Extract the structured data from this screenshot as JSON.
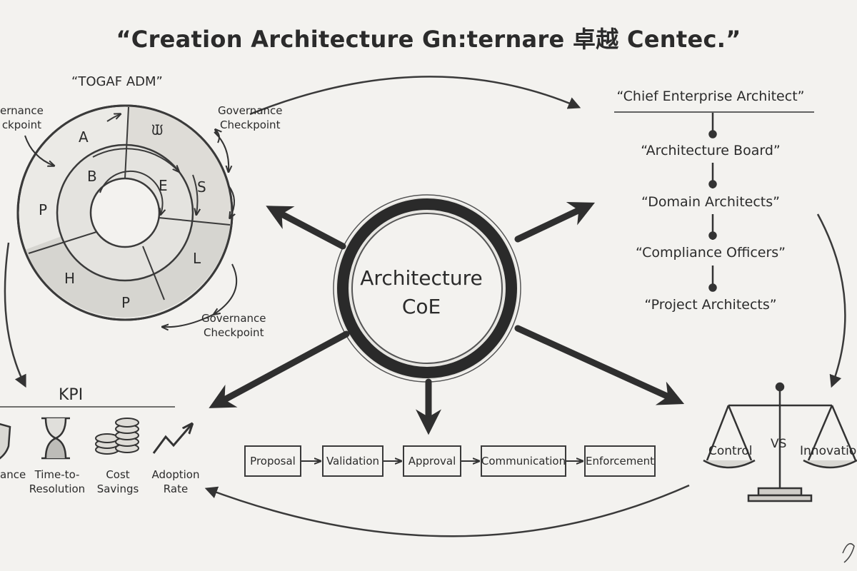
{
  "title": "“Creation Architecture Gn:ternare 卓越 Centec.”",
  "togaf": {
    "title": "“TOGAF ADM”",
    "phases": [
      "A",
      "ᙡ",
      "B",
      "E",
      "S",
      "P",
      "L",
      "H",
      "P"
    ],
    "checkpoints": [
      {
        "line1": "ernance",
        "line2": "ckpoint"
      },
      {
        "line1": "Governance",
        "line2": "Checkpoint"
      },
      {
        "line1": "Governance",
        "line2": "Checkpoint"
      }
    ]
  },
  "center": {
    "line1": "Architecture",
    "line2": "CoE"
  },
  "hierarchy": [
    "“Chief Enterprise Architect”",
    "“Architecture Board”",
    "“Domain Architects”",
    "“Compliance Officers”",
    "“Project Architects”"
  ],
  "process_steps": [
    "Proposal",
    "Validation",
    "Approval",
    "Communication",
    "Enforcement"
  ],
  "kpi": {
    "title": "KPI",
    "items": [
      {
        "line1": "ance",
        "line2": "",
        "icon": "shield-icon"
      },
      {
        "line1": "Time-to-",
        "line2": "Resolution",
        "icon": "hourglass-icon"
      },
      {
        "line1": "Cost",
        "line2": "Savings",
        "icon": "coins-icon"
      },
      {
        "line1": "Adoption",
        "line2": "Rate",
        "icon": "trend-arrow-icon"
      }
    ]
  },
  "balance": {
    "left": "Control",
    "vs": "VS",
    "right": "Innovation"
  }
}
